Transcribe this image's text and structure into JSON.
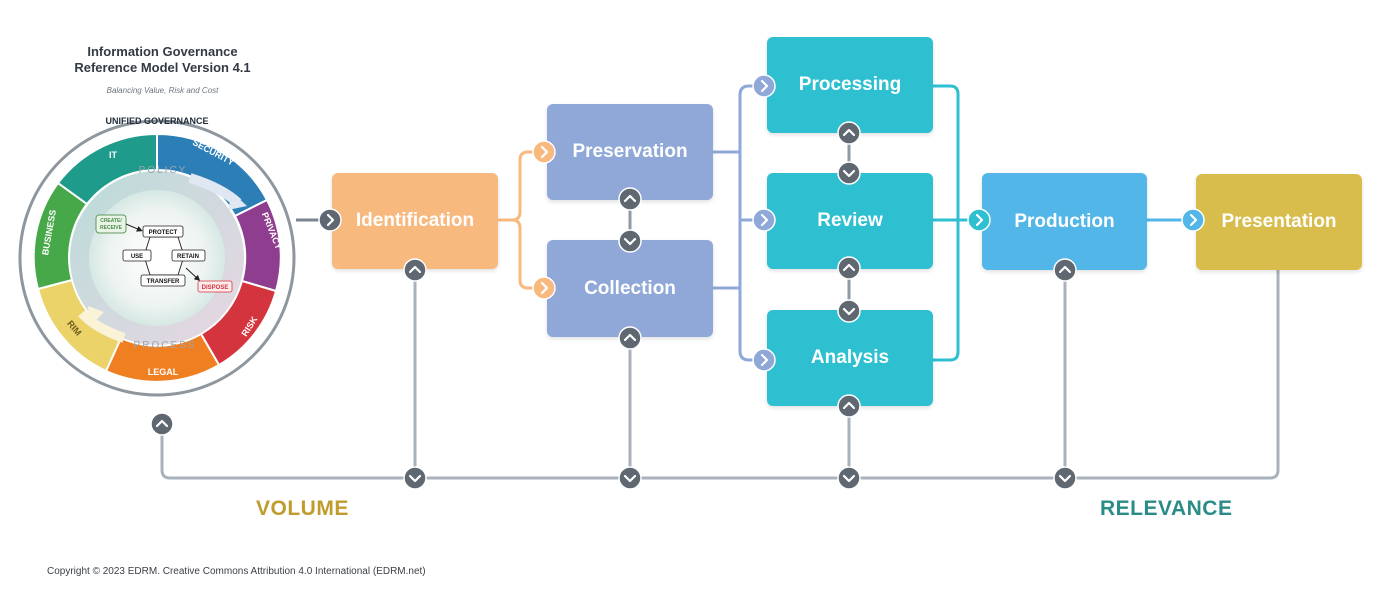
{
  "model": {
    "title_line1": "Information Governance",
    "title_line2": "Reference Model Version 4.1",
    "subtitle": "Balancing Value, Risk and Cost",
    "ring_top": "UNIFIED GOVERNANCE",
    "segments": [
      "IT",
      "SECURITY",
      "PRIVACY",
      "RISK",
      "LEGAL",
      "RIM",
      "BUSINESS"
    ],
    "policy": "POLICY",
    "process": "PROCESS",
    "inner": {
      "create_line1": "CREATE/",
      "create_line2": "RECEIVE",
      "protect": "PROTECT",
      "use": "USE",
      "retain": "RETAIN",
      "transfer": "TRANSFER",
      "dispose": "DISPOSE"
    }
  },
  "stages": {
    "identification": "Identification",
    "preservation": "Preservation",
    "collection": "Collection",
    "processing": "Processing",
    "review": "Review",
    "analysis": "Analysis",
    "production": "Production",
    "presentation": "Presentation"
  },
  "colors": {
    "identification": "#f8b97f",
    "preservation": "#8fa8d8",
    "processing": "#2ebfd0",
    "production": "#52b6e8",
    "presentation": "#d8bd4c",
    "connector": "#8e9aa6",
    "node": "#5f6770"
  },
  "footer": {
    "volume": "VOLUME",
    "relevance": "RELEVANCE",
    "copyright": "Copyright © 2023 EDRM. Creative Commons Attribution 4.0 International (EDRM.net)"
  }
}
